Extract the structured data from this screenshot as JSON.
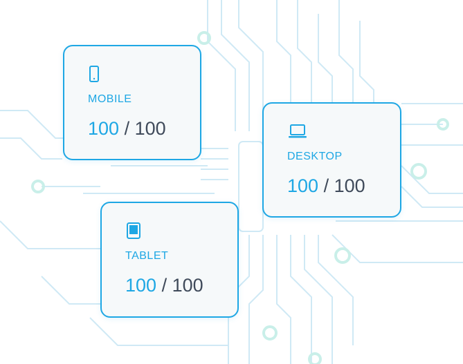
{
  "cards": [
    {
      "id": "mobile",
      "label": "MOBILE",
      "score": "100",
      "max": "100",
      "icon": "smartphone-icon"
    },
    {
      "id": "desktop",
      "label": "DESKTOP",
      "score": "100",
      "max": "100",
      "icon": "laptop-icon"
    },
    {
      "id": "tablet",
      "label": "TABLET",
      "score": "100",
      "max": "100",
      "icon": "tablet-icon"
    }
  ],
  "separator": "/",
  "colors": {
    "accent": "#1ea7e4",
    "text": "#3f4a5a",
    "circuit": "#cdeaf5",
    "circuit_teal": "#c9efe9"
  }
}
